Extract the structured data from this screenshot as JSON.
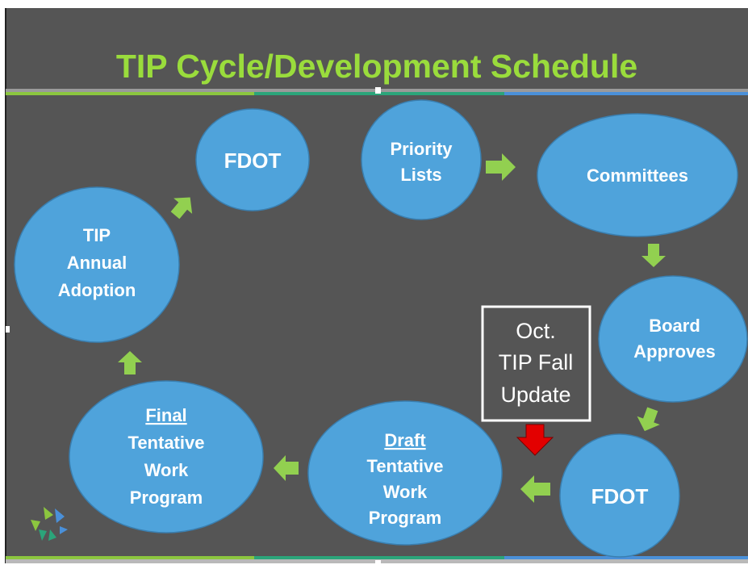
{
  "title": "TIP Cycle/Development Schedule",
  "colors": {
    "slide_bg": "#555555",
    "title_green": "#9ADC3C",
    "node_fill": "#4FA3DB",
    "node_stroke": "#3A7FB0",
    "arrow_green": "#92D050",
    "callout_arrow_red": "#E30000",
    "band_green": "#8CC63F",
    "band_teal": "#2BA57A",
    "band_blue": "#4A90D9"
  },
  "nodes": {
    "fdot_top": {
      "lines": [
        "FDOT"
      ]
    },
    "priority_lists": {
      "lines": [
        "Priority",
        "Lists"
      ]
    },
    "committees": {
      "lines": [
        "Committees"
      ]
    },
    "board_approves": {
      "lines": [
        "Board",
        "Approves"
      ]
    },
    "fdot_bottom": {
      "lines": [
        "FDOT"
      ]
    },
    "draft_twp": {
      "lines": [
        "Draft",
        "Tentative",
        "Work",
        "Program"
      ],
      "underlined_line": "Draft"
    },
    "final_twp": {
      "lines": [
        "Final",
        "Tentative",
        "Work",
        "Program"
      ],
      "underlined_line": "Final"
    },
    "tip_adoption": {
      "lines": [
        "TIP",
        "Annual",
        "Adoption"
      ]
    }
  },
  "callout": {
    "lines": [
      "Oct.",
      "TIP Fall",
      "Update"
    ]
  },
  "icons": {
    "flow_arrow": "green-arrow-icon",
    "callout_arrow": "red-down-arrow-icon",
    "logo": "agency-logo-icon"
  }
}
